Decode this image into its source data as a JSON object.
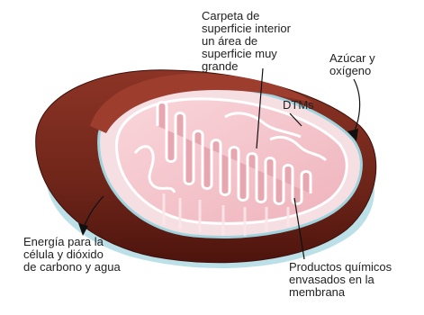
{
  "labels": {
    "carpeta": "Carpeta de\nsuperficie interior\nun área de\nsuperficie muy\ngrande",
    "azucar": "Azúcar y\noxígeno",
    "dtms": "DTMs",
    "energia": "Energía para la\ncélula y dióxido\nde carbono y agua",
    "productos": "Productos químicos\nenvasados en la\nmembrana"
  },
  "colors": {
    "outer_membrane": "#7e2a1e",
    "outer_membrane_dark": "#5a1a12",
    "inner_space": "#f5c9cf",
    "cristae_fill": "#e7a7b0",
    "inner_membrane": "#ffffff",
    "outline": "#9fd3de",
    "matrix_bg": "#fbe3e6"
  }
}
